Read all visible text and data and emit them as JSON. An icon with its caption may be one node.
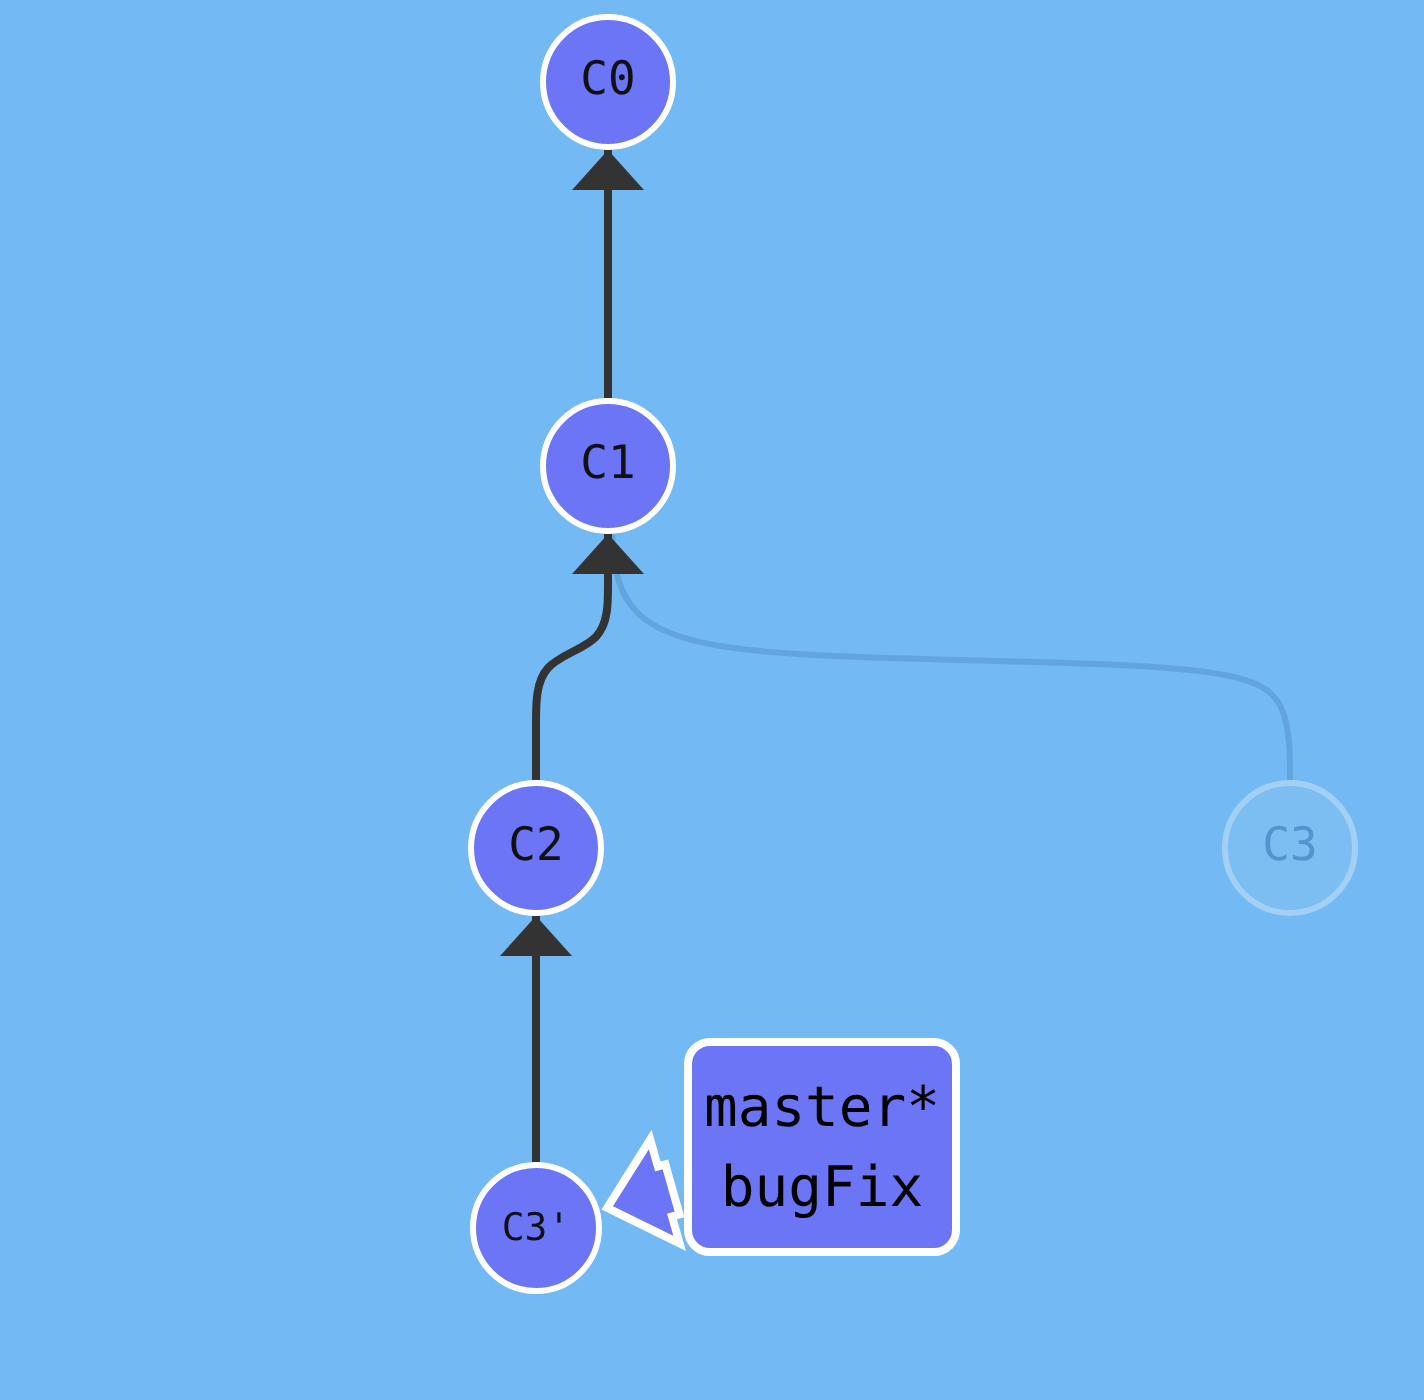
{
  "diagram": {
    "nodes": [
      {
        "text": [
          "C0"
        ]
      },
      {
        "text": [
          "C1"
        ]
      },
      {
        "text": [
          "C2"
        ]
      },
      {
        "text": [
          "C3"
        ]
      },
      {
        "text": [
          "C3'"
        ]
      },
      {
        "text": [
          "master*",
          "bugFix"
        ]
      }
    ],
    "edges": [
      {
        "from": 1,
        "to": 0,
        "arrow": "to"
      },
      {
        "from": 2,
        "to": 1,
        "arrow": "to"
      },
      {
        "from": 3,
        "to": 1,
        "arrow": "none",
        "color": "#62a5de"
      },
      {
        "from": 4,
        "to": 2,
        "arrow": "to"
      },
      {
        "from": 5,
        "to": 4,
        "arrow": "to",
        "style": "thick",
        "color": "#6b75f5"
      }
    ]
  }
}
